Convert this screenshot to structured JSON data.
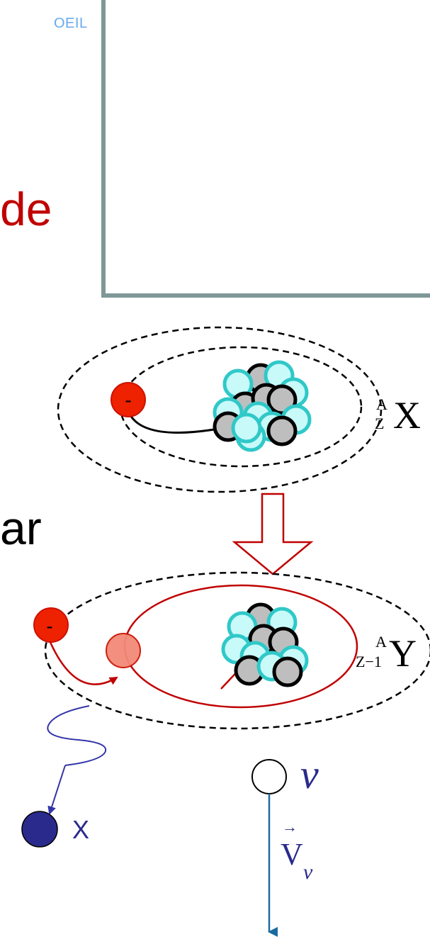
{
  "texts": {
    "corner": "OEIL",
    "word_red": "de",
    "word_black": "ar",
    "electron_sign": "-",
    "atom_top_sup": "A",
    "atom_top_sub": "Z",
    "atom_top_sym": "X",
    "atom_bottom_sup": "A",
    "atom_bottom_sub": "Z−1",
    "atom_bottom_sym": "Y",
    "xray_label": "X",
    "neutrino_symbol": "ν",
    "velocity_letter": "V",
    "velocity_sub": "ν",
    "velocity_arrow": "→"
  },
  "colors": {
    "heading_red": "#c00000",
    "corner_blue": "#66aaee",
    "frame": "#7f9797",
    "electron": "#ee2200",
    "proton_cyan": "#c8fafa",
    "proton_border": "#30c8c8",
    "neutron_gray": "#bebebe",
    "orbit_red": "#c00000",
    "photon_blue": "#3333aa",
    "xray_ball": "#2a2a8c",
    "neutrino_arrow": "#1a6aa0"
  }
}
